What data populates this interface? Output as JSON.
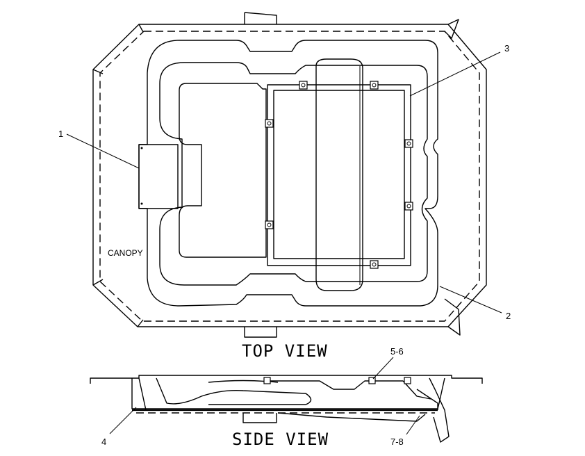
{
  "views": {
    "top_title": "TOP VIEW",
    "side_title": "SIDE VIEW"
  },
  "labels": {
    "canopy": "CANOPY",
    "callout_1": "1",
    "callout_2": "2",
    "callout_3": "3",
    "callout_4": "4",
    "callout_5_6": "5-6",
    "callout_7_8": "7-8"
  }
}
